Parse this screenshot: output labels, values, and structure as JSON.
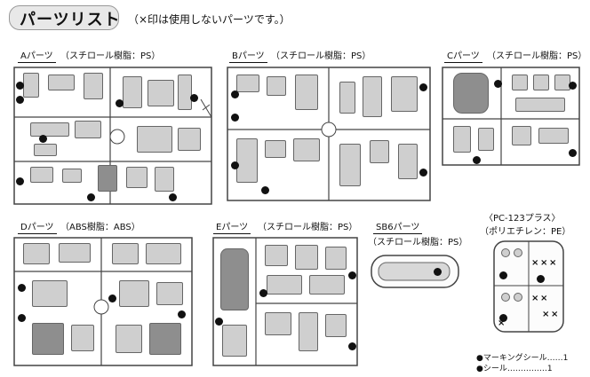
{
  "header": {
    "title": "パーツリスト",
    "note": "（×印は使用しないパーツです。）"
  },
  "sheets": [
    {
      "id": "A",
      "label": "Aパーツ",
      "material": "（スチロール樹脂：PS）"
    },
    {
      "id": "B",
      "label": "Bパーツ",
      "material": "（スチロール樹脂：PS）"
    },
    {
      "id": "C",
      "label": "Cパーツ",
      "material": "（スチロール樹脂：PS）"
    },
    {
      "id": "D",
      "label": "Dパーツ",
      "material": "（ABS樹脂：ABS）"
    },
    {
      "id": "E",
      "label": "Eパーツ",
      "material": "（スチロール樹脂：PS）"
    },
    {
      "id": "SB6",
      "label": "SB6パーツ",
      "material": "（スチロール樹脂：PS）"
    },
    {
      "id": "PC",
      "label": "〈PC-123プラス〉",
      "material": "（ポリエチレン：PE）"
    }
  ],
  "footer": {
    "items": [
      {
        "text": "●マーキングシール……1"
      },
      {
        "text": "●シール……………1"
      }
    ]
  }
}
